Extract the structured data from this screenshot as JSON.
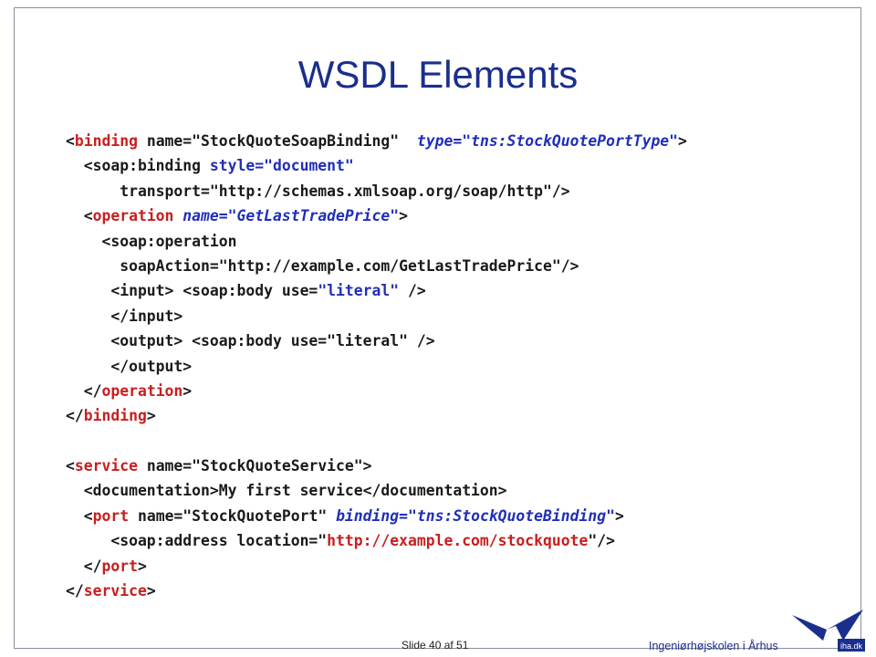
{
  "slide": {
    "title": "WSDL Elements",
    "slide_number_text": "Slide 40 af  51",
    "school_name": "Ingeniørhøjskolen i Århus",
    "logo_text": "iha.dk"
  },
  "code_lines": [
    [
      {
        "t": "<",
        "c": ""
      },
      {
        "t": "binding",
        "c": "t"
      },
      {
        "t": " name=\"StockQuoteSoapBinding\"  ",
        "c": ""
      },
      {
        "t": "type=\"tns:StockQuotePortType\"",
        "c": "b i"
      },
      {
        "t": ">",
        "c": ""
      }
    ],
    [
      {
        "t": "  <soap:binding ",
        "c": ""
      },
      {
        "t": "style=\"document\"",
        "c": "b"
      }
    ],
    [
      {
        "t": "      transport=\"http://schemas.xmlsoap.org/soap/http\"/>",
        "c": ""
      }
    ],
    [
      {
        "t": "  <",
        "c": ""
      },
      {
        "t": "operation",
        "c": "t"
      },
      {
        "t": " ",
        "c": ""
      },
      {
        "t": "name=\"GetLastTradePrice\"",
        "c": "b i"
      },
      {
        "t": ">",
        "c": ""
      }
    ],
    [
      {
        "t": "    <soap:operation",
        "c": ""
      }
    ],
    [
      {
        "t": "      soapAction=\"http://example.com/GetLastTradePrice\"/>",
        "c": ""
      }
    ],
    [
      {
        "t": "     <input> <soap:body use=",
        "c": ""
      },
      {
        "t": "\"literal\"",
        "c": "b"
      },
      {
        "t": " />",
        "c": ""
      }
    ],
    [
      {
        "t": "     </input>",
        "c": ""
      }
    ],
    [
      {
        "t": "     <output> <soap:body use=\"literal\" />",
        "c": ""
      }
    ],
    [
      {
        "t": "     </output>",
        "c": ""
      }
    ],
    [
      {
        "t": "  </",
        "c": ""
      },
      {
        "t": "operation",
        "c": "t"
      },
      {
        "t": ">",
        "c": ""
      }
    ],
    [
      {
        "t": "</",
        "c": ""
      },
      {
        "t": "binding",
        "c": "t"
      },
      {
        "t": ">",
        "c": ""
      }
    ],
    [
      {
        "t": "",
        "c": ""
      }
    ],
    [
      {
        "t": "<",
        "c": ""
      },
      {
        "t": "service",
        "c": "t"
      },
      {
        "t": " name=\"StockQuoteService\">",
        "c": ""
      }
    ],
    [
      {
        "t": "  <documentation>My first service</documentation>",
        "c": ""
      }
    ],
    [
      {
        "t": "  <",
        "c": ""
      },
      {
        "t": "port",
        "c": "t"
      },
      {
        "t": " name=\"StockQuotePort\" ",
        "c": ""
      },
      {
        "t": "binding=\"tns:StockQuoteBinding\"",
        "c": "b i"
      },
      {
        "t": ">",
        "c": ""
      }
    ],
    [
      {
        "t": "     <soap:address location=\"",
        "c": ""
      },
      {
        "t": "http://example.com/stockquote",
        "c": "t"
      },
      {
        "t": "\"/>",
        "c": ""
      }
    ],
    [
      {
        "t": "  </",
        "c": ""
      },
      {
        "t": "port",
        "c": "t"
      },
      {
        "t": ">",
        "c": ""
      }
    ],
    [
      {
        "t": "</",
        "c": ""
      },
      {
        "t": "service",
        "c": "t"
      },
      {
        "t": ">",
        "c": ""
      }
    ]
  ],
  "colors": {
    "title": "#1a2e8c",
    "tag_red": "#c81e1e",
    "attr_blue": "#1f2fb8",
    "logo_blue": "#1a2e8c"
  },
  "icons": {
    "logo": "iha-logo-icon"
  }
}
